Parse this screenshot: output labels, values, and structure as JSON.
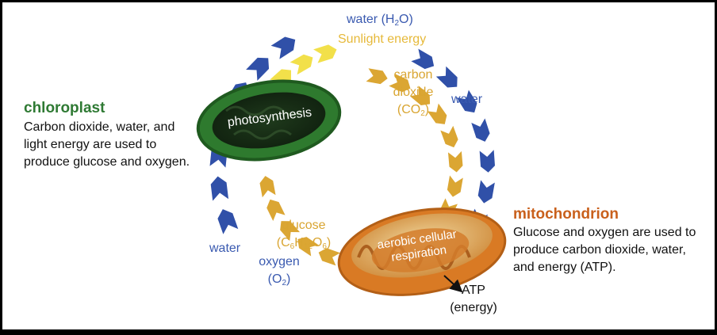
{
  "chloroplast": {
    "title": "chloroplast",
    "description": "Carbon dioxide, water, and light energy are used to produce glucose and oxygen.",
    "organelle_label": "photosynthesis"
  },
  "mitochondrion": {
    "title": "mitochondrion",
    "description": "Glucose and oxygen are used to produce carbon dioxide, water, and energy (ATP).",
    "organelle_label": "aerobic cellular respiration"
  },
  "cycle_labels": {
    "water_top": {
      "main": "water (H",
      "sub": "2",
      "tail": "O)"
    },
    "sunlight": "Sunlight energy",
    "carbon_dioxide": {
      "line1": "carbon",
      "line2": "dioxide",
      "main": "(CO",
      "sub": "2",
      "tail": ")"
    },
    "water_right": "water",
    "glucose": {
      "line1": "glucose",
      "c": "(C",
      "c_sub": "6",
      "h": "H",
      "h_sub": "12",
      "o": "O",
      "o_sub": "6",
      "tail": ")"
    },
    "water_left": "water",
    "oxygen": {
      "line1": "oxygen",
      "main": "(O",
      "sub": "2",
      "tail": ")"
    },
    "atp": {
      "line1": "ATP",
      "line2": "(energy)"
    }
  },
  "colors": {
    "blue_arrow": "#3050a8",
    "gold_arrow": "#dba633",
    "yellow_arrow": "#f2e04a",
    "chloroplast_green": "#2e6b2c",
    "mitochondrion_orange": "#d97a24"
  }
}
